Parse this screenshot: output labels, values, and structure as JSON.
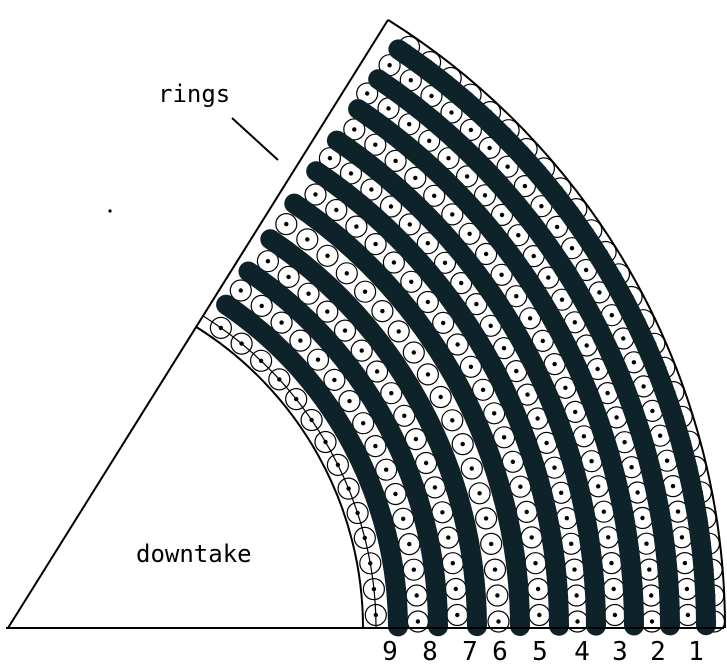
{
  "labels": {
    "rings": "rings",
    "downtake": "downtake"
  },
  "ring_numbers": [
    "9",
    "8",
    "7",
    "6",
    "5",
    "4",
    "3",
    "2",
    "1"
  ],
  "colors": {
    "ink": "#0d2229",
    "line": "#000000",
    "background": "#ffffff"
  }
}
